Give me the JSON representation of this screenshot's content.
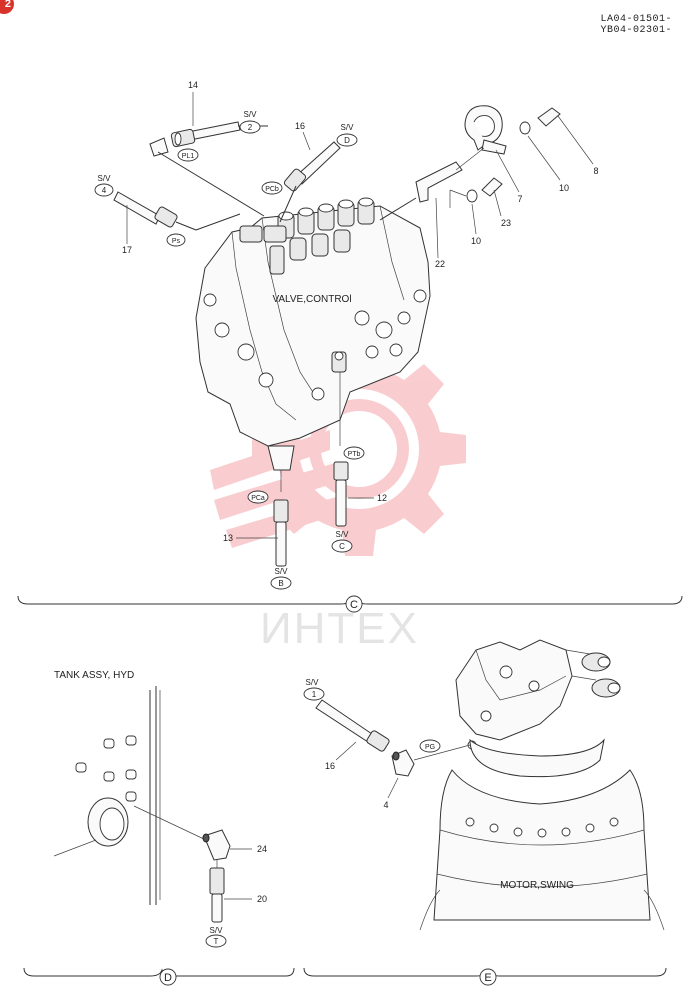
{
  "header": {
    "badge": "2",
    "serial_lines": [
      "LA04-01501-",
      "YB04-02301-"
    ]
  },
  "watermark": {
    "text": "ИНТЕХ",
    "color": "#e8202a"
  },
  "section_c": {
    "view_label": "C",
    "component_label": "VALVE,CONTROl",
    "callouts": {
      "p14": "14",
      "p16": "16",
      "p17": "17",
      "p22": "22",
      "p7": "7",
      "p8": "8",
      "p10a": "10",
      "p10b": "10",
      "p23": "23",
      "p12": "12",
      "p13": "13"
    },
    "sv_text": "S/V",
    "sv_tags": {
      "t2": "2",
      "tD": "D",
      "t4": "4",
      "tB": "B",
      "tC": "C"
    },
    "port_tags": {
      "pl1": "PL1",
      "pcb": "PCb",
      "ps": "Ps",
      "ptb": "PTb",
      "pca": "PCa"
    }
  },
  "section_d": {
    "view_label": "D",
    "component_label": "TANK ASSY, HYD",
    "callouts": {
      "p24": "24",
      "p20": "20"
    },
    "sv_text": "S/V",
    "sv_tag": "T"
  },
  "section_e": {
    "view_label": "E",
    "component_label": "MOTOR,SWING",
    "callouts": {
      "p16": "16",
      "p4": "4"
    },
    "sv_text": "S/V",
    "sv_tag": "1",
    "port_tag": "PG"
  }
}
